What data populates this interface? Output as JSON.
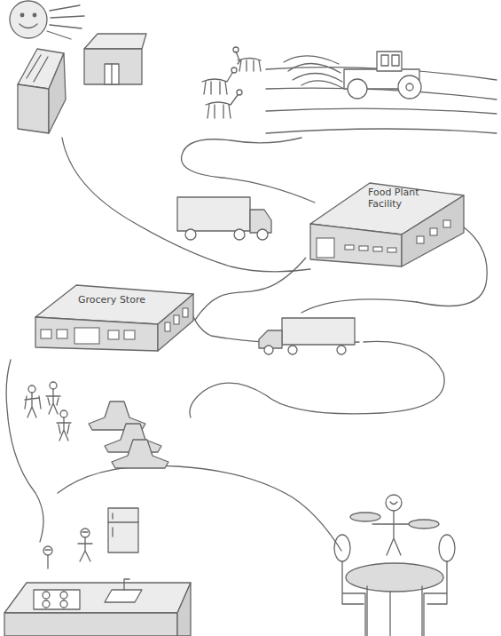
{
  "diagram": {
    "nodes": [
      {
        "text": [
          "Food Plant Facility"
        ]
      },
      {
        "text": [
          "Grocery Store"
        ]
      }
    ],
    "edges": [
      {
        "from": 0,
        "to": 1,
        "arrow": "none"
      }
    ]
  }
}
